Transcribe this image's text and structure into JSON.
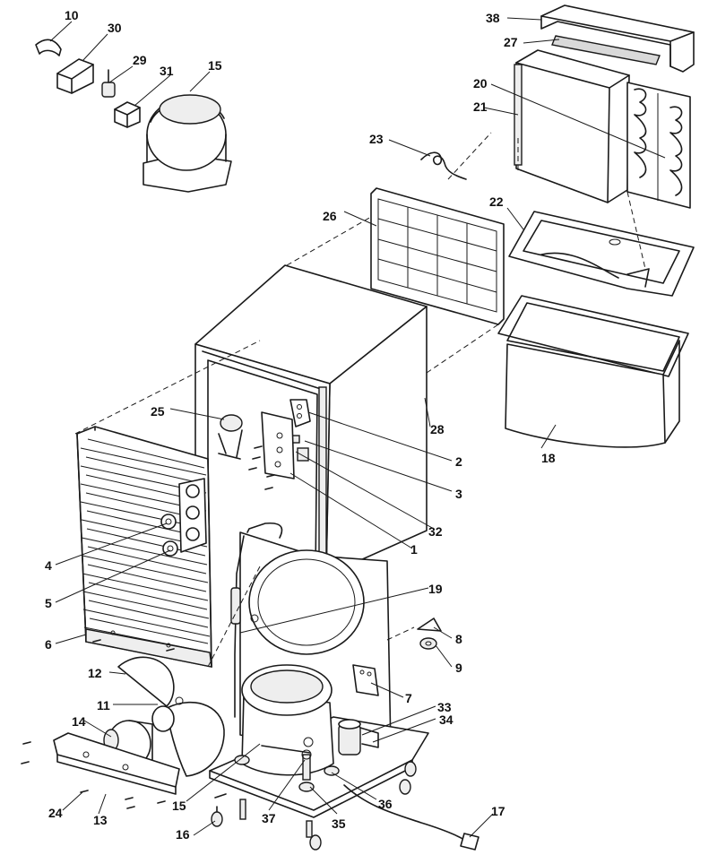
{
  "labels": {
    "p1": "1",
    "p2": "2",
    "p3": "3",
    "p4": "4",
    "p5": "5",
    "p6": "6",
    "p7": "7",
    "p8": "8",
    "p9": "9",
    "p10": "10",
    "p11": "11",
    "p12": "12",
    "p13": "13",
    "p14": "14",
    "p15a": "15",
    "p15b": "15",
    "p16": "16",
    "p17": "17",
    "p18": "18",
    "p19": "19",
    "p20": "20",
    "p21": "21",
    "p22": "22",
    "p23": "23",
    "p24": "24",
    "p25": "25",
    "p26": "26",
    "p27": "27",
    "p28": "28",
    "p29": "29",
    "p30": "30",
    "p31": "31",
    "p32": "32",
    "p33": "33",
    "p34": "34",
    "p35": "35",
    "p36": "36",
    "p37": "37",
    "p38": "38"
  }
}
